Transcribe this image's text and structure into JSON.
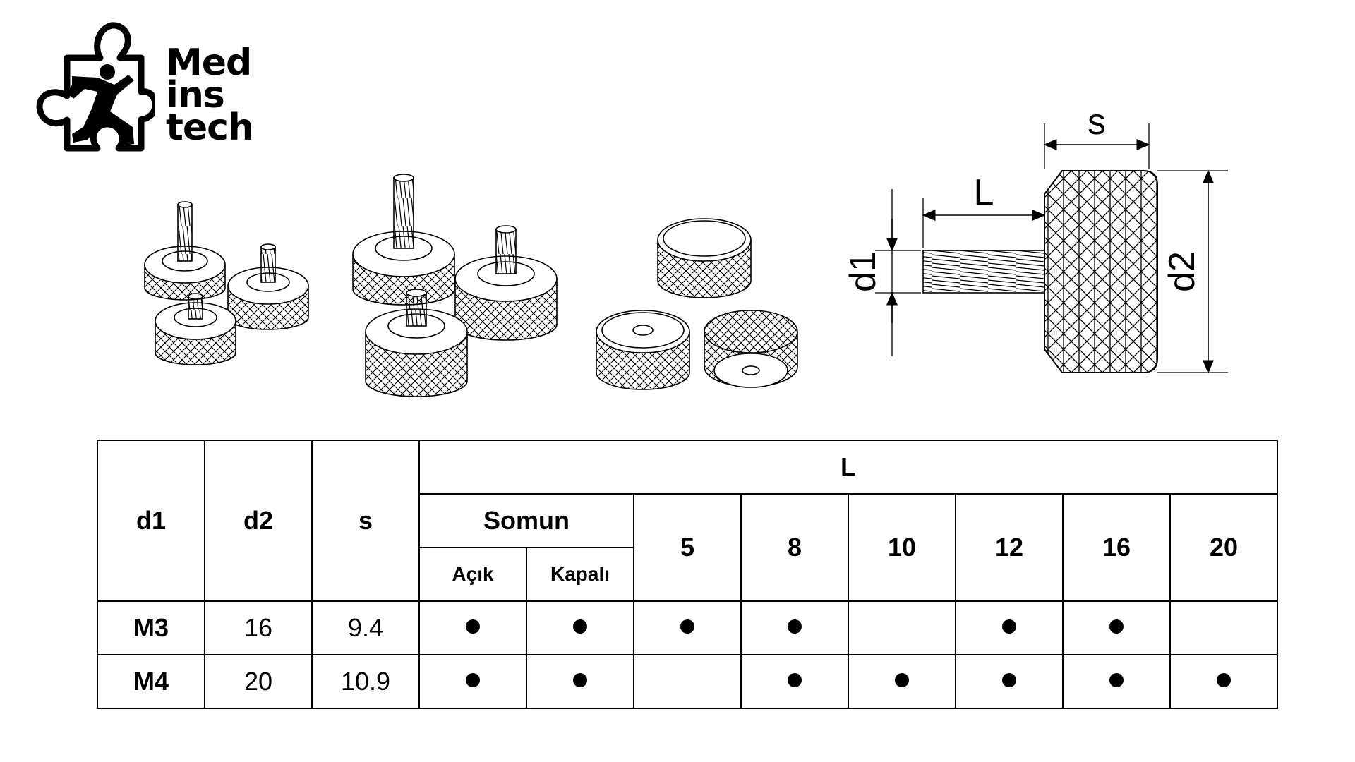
{
  "brand": {
    "lines": [
      "Med",
      "ins",
      "tech"
    ]
  },
  "dimension_labels": {
    "s": "s",
    "L": "L",
    "d1": "d1",
    "d2": "d2"
  },
  "table": {
    "headers": {
      "d1": "d1",
      "d2": "d2",
      "s": "s",
      "L": "L",
      "somun": "Somun",
      "acik": "Açık",
      "kapali": "Kapalı"
    },
    "lengths": [
      "5",
      "8",
      "10",
      "12",
      "16",
      "20"
    ],
    "rows": [
      {
        "d1": "M3",
        "d2": "16",
        "s": "9.4",
        "acik": true,
        "kapali": true,
        "L": [
          true,
          true,
          false,
          true,
          true,
          false
        ]
      },
      {
        "d1": "M4",
        "d2": "20",
        "s": "10.9",
        "acik": true,
        "kapali": true,
        "L": [
          false,
          true,
          true,
          true,
          true,
          true
        ]
      }
    ]
  }
}
